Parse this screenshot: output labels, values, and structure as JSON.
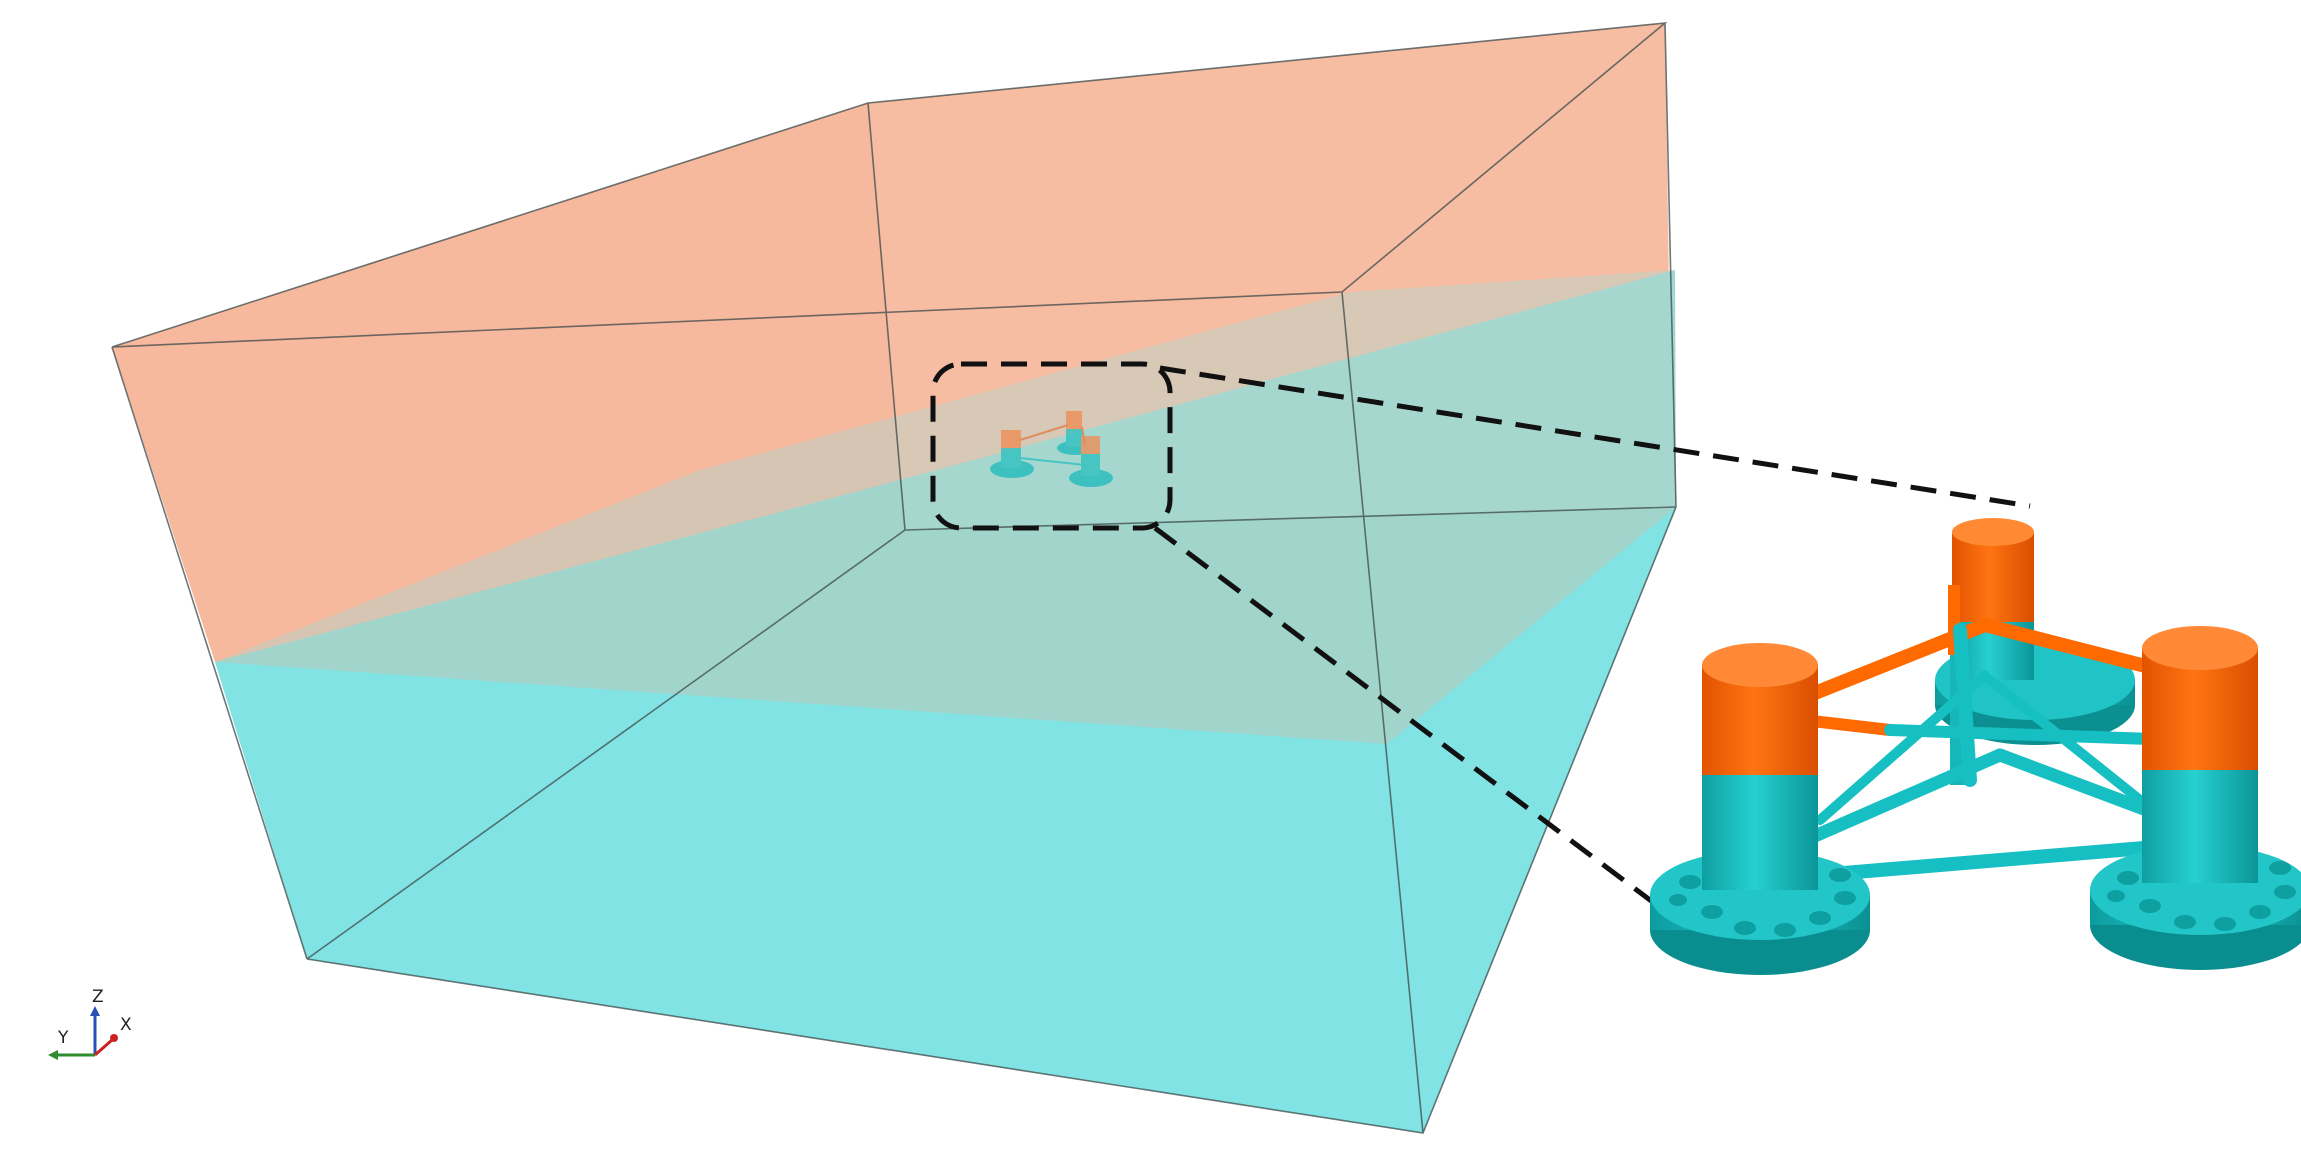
{
  "axes_triad": {
    "z_label": "Z",
    "y_label": "Y",
    "x_label": "X"
  },
  "colors": {
    "air_phase": "#f6b193",
    "water_phase": "#6fdfe0",
    "platform_column_top": "#ff6a00",
    "platform_hull": "#16c0c2",
    "domain_edges": "#3d4a4a",
    "zoom_callout": "#111111"
  },
  "components": {
    "domain": "computational-domain",
    "platform": "semi-submersible-floating-platform",
    "callout": "zoom-callout"
  }
}
